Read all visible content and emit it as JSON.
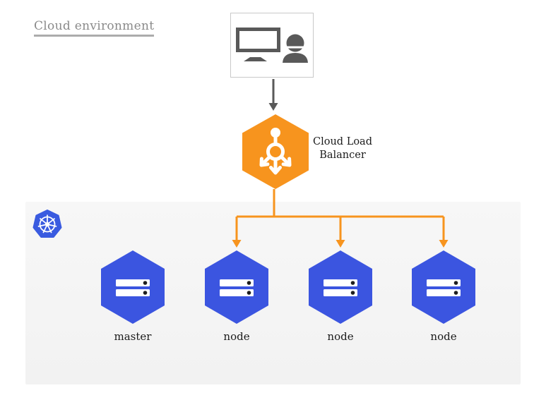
{
  "title": {
    "text": "Cloud environment"
  },
  "client_box": {
    "icon": "monitor-and-user"
  },
  "load_balancer": {
    "label": "Cloud Load Balancer",
    "icon": "load-balancer-hexagon"
  },
  "cluster": {
    "logo": "kubernetes",
    "nodes": [
      {
        "label": "master",
        "icon": "server-hexagon"
      },
      {
        "label": "node",
        "icon": "server-hexagon"
      },
      {
        "label": "node",
        "icon": "server-hexagon"
      },
      {
        "label": "node",
        "icon": "server-hexagon"
      }
    ]
  },
  "colors": {
    "orange": "#F7941E",
    "node_blue": "#3B55E0",
    "k8s_blue": "#3A5BE0",
    "panel_gray": "#F7F7F7",
    "panel_gray_bottom": "#F2F2F2",
    "icon_gray": "#595959",
    "title_gray": "#8A8A8A",
    "underline_gray": "#ACACAC",
    "box_border": "#C9C9C9",
    "label_black": "#1B1B1B"
  }
}
